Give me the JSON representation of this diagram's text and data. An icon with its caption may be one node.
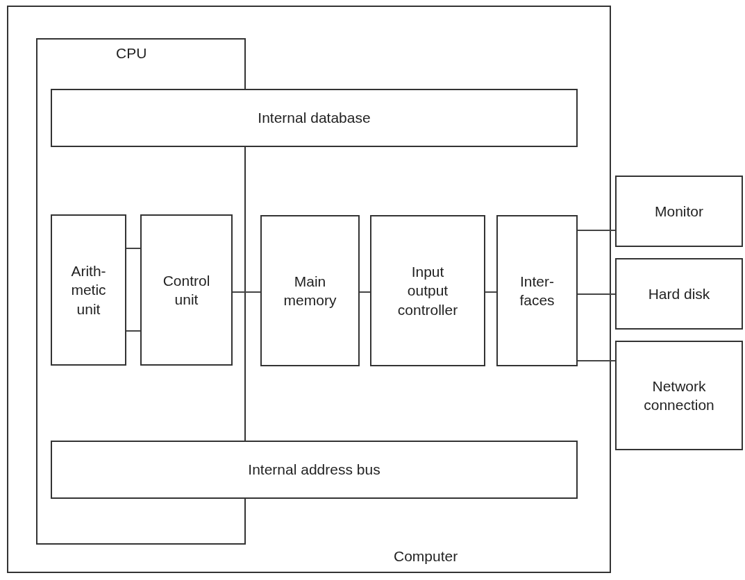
{
  "diagram": {
    "nodes": [
      {
        "text": [
          "Computer"
        ]
      },
      {
        "text": [
          "CPU"
        ],
        "in": 0
      },
      {
        "text": [
          "Internal database"
        ],
        "in": 0
      },
      {
        "text": [
          "Arith- metic unit"
        ],
        "in": 1
      },
      {
        "text": [
          "Control unit"
        ],
        "in": 1
      },
      {
        "text": [
          "Main memory"
        ],
        "in": 0
      },
      {
        "text": [
          "Input output controller"
        ],
        "in": 0
      },
      {
        "text": [
          "Inter- faces"
        ],
        "in": 0
      },
      {
        "text": [
          "Internal address bus"
        ],
        "in": 0
      },
      {
        "text": [
          "Monitor"
        ]
      },
      {
        "text": [
          "Hard disk"
        ]
      },
      {
        "text": [
          "Network connection"
        ]
      }
    ],
    "edges": [
      {
        "from": 3,
        "to": 4,
        "arrow": "none"
      },
      {
        "from": 3,
        "to": 4,
        "arrow": "none"
      },
      {
        "from": 4,
        "to": 5,
        "arrow": "none"
      },
      {
        "from": 5,
        "to": 6,
        "arrow": "none"
      },
      {
        "from": 6,
        "to": 7,
        "arrow": "none"
      },
      {
        "from": 7,
        "to": 9,
        "arrow": "none"
      },
      {
        "from": 7,
        "to": 10,
        "arrow": "none"
      },
      {
        "from": 7,
        "to": 11,
        "arrow": "none"
      }
    ]
  }
}
